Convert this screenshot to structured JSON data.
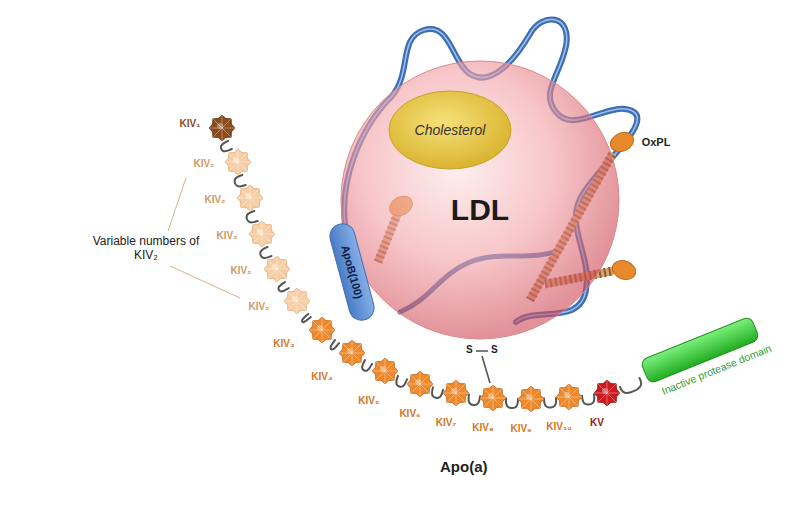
{
  "diagram": {
    "nodes": [
      {
        "text": [
          "LDL"
        ]
      },
      {
        "text": [
          "Cholesterol"
        ],
        "in": 0
      },
      {
        "text": [
          "ApoB(100)"
        ]
      },
      {
        "text": [
          "OxPL"
        ]
      },
      {
        "text": [
          "KIV₁"
        ]
      },
      {
        "text": [
          "KIV₂"
        ]
      },
      {
        "text": [
          "KIV₂"
        ]
      },
      {
        "text": [
          "KIV₂"
        ]
      },
      {
        "text": [
          "KIV₂"
        ]
      },
      {
        "text": [
          "KIV₂"
        ]
      },
      {
        "text": [
          "KIV₃"
        ]
      },
      {
        "text": [
          "KIV₄"
        ]
      },
      {
        "text": [
          "KIV₅"
        ]
      },
      {
        "text": [
          "KIV₆"
        ]
      },
      {
        "text": [
          "KIV₇"
        ]
      },
      {
        "text": [
          "KIV₈"
        ]
      },
      {
        "text": [
          "KIV₉"
        ]
      },
      {
        "text": [
          "KIV₁₀"
        ]
      },
      {
        "text": [
          "KV"
        ]
      },
      {
        "text": [
          "Inactive protease domain"
        ]
      }
    ],
    "edges": [
      {
        "from": 4,
        "to": 5,
        "arrow": "none"
      },
      {
        "from": 5,
        "to": 6,
        "arrow": "none"
      },
      {
        "from": 6,
        "to": 7,
        "arrow": "none"
      },
      {
        "from": 7,
        "to": 8,
        "arrow": "none"
      },
      {
        "from": 8,
        "to": 9,
        "arrow": "none"
      },
      {
        "from": 9,
        "to": 10,
        "arrow": "none"
      },
      {
        "from": 10,
        "to": 11,
        "arrow": "none"
      },
      {
        "from": 11,
        "to": 12,
        "arrow": "none"
      },
      {
        "from": 12,
        "to": 13,
        "arrow": "none"
      },
      {
        "from": 13,
        "to": 14,
        "arrow": "none"
      },
      {
        "from": 14,
        "to": 15,
        "arrow": "none"
      },
      {
        "from": 15,
        "to": 16,
        "arrow": "none"
      },
      {
        "from": 16,
        "to": 17,
        "arrow": "none"
      },
      {
        "from": 17,
        "to": 18,
        "arrow": "none"
      },
      {
        "from": 18,
        "to": 19,
        "arrow": "none"
      }
    ],
    "labels": [
      "Variable numbers of KIV₂",
      "S",
      "S",
      "Apo(a)"
    ]
  }
}
